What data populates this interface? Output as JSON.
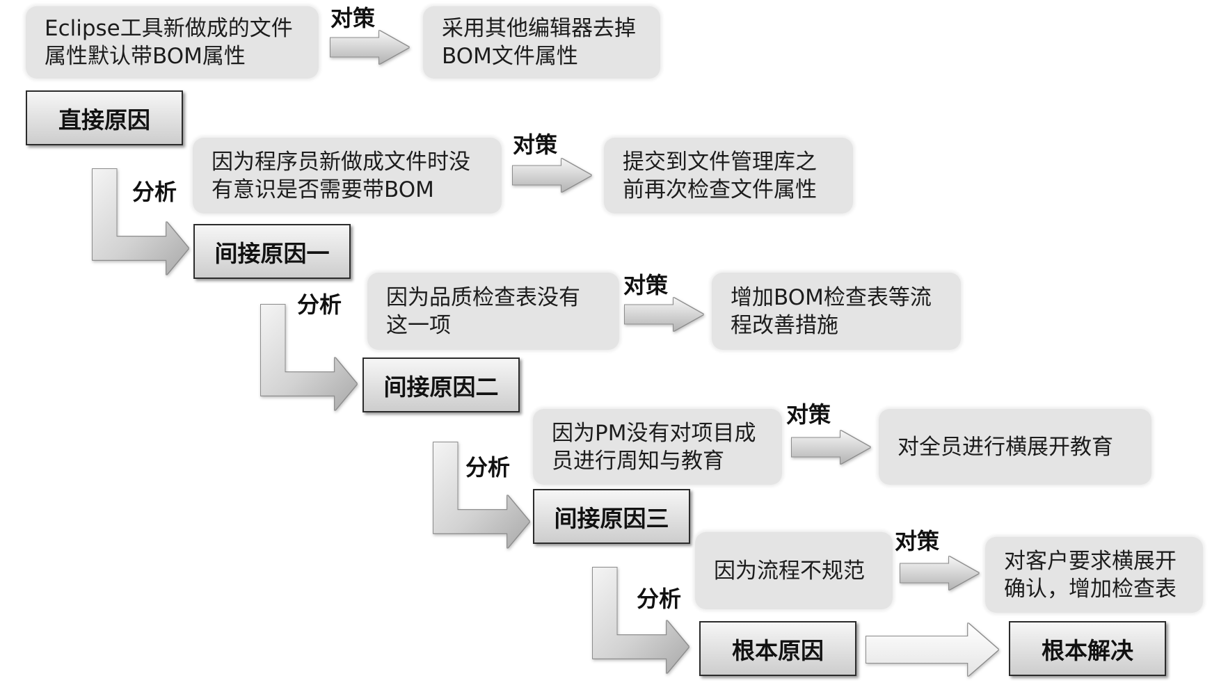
{
  "rows": [
    {
      "reason": [
        "Eclipse工具新做成的文件",
        "属性默认带BOM属性"
      ],
      "countermeasure_label": "对策",
      "countermeasure": [
        "采用其他编辑器去掉",
        "BOM文件属性"
      ],
      "cause": "直接原因"
    },
    {
      "analysis_label": "分析",
      "reason": [
        "因为程序员新做成文件时没",
        "有意识是否需要带BOM"
      ],
      "countermeasure_label": "对策",
      "countermeasure": [
        "提交到文件管理库之",
        "前再次检查文件属性"
      ],
      "cause": "间接原因一"
    },
    {
      "analysis_label": "分析",
      "reason": [
        "因为品质检查表没有",
        "这一项"
      ],
      "countermeasure_label": "对策",
      "countermeasure": [
        "增加BOM检查表等流",
        "程改善措施"
      ],
      "cause": "间接原因二"
    },
    {
      "analysis_label": "分析",
      "reason": [
        "因为PM没有对项目成",
        "员进行周知与教育"
      ],
      "countermeasure_label": "对策",
      "countermeasure": [
        "对全员进行横展开教育"
      ],
      "cause": "间接原因三"
    },
    {
      "analysis_label": "分析",
      "reason": [
        "因为流程不规范"
      ],
      "countermeasure_label": "对策",
      "countermeasure": [
        "对客户要求横展开",
        "确认，增加检查表"
      ],
      "cause": "根本原因"
    }
  ],
  "final_solution": "根本解决",
  "colors": {
    "note_fill": "#e4e4e4",
    "cause_border": "#2b2b2b",
    "arrow_outline": "#8c8c8c"
  }
}
